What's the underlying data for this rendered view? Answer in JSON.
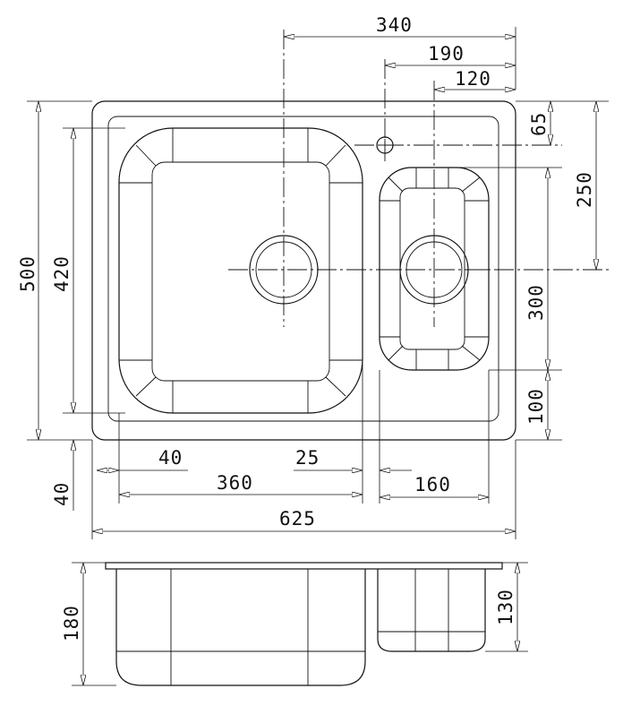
{
  "dimensions": {
    "top": {
      "d340": "340",
      "d190": "190",
      "d120": "120"
    },
    "right": {
      "d65": "65",
      "d250": "250",
      "d300": "300",
      "d100": "100"
    },
    "left": {
      "d500": "500",
      "d420": "420",
      "d40": "40"
    },
    "bottom": {
      "d40": "40",
      "d25": "25",
      "d360": "360",
      "d160": "160",
      "d625": "625"
    },
    "side_view": {
      "d180": "180",
      "d130": "130"
    }
  },
  "colors": {
    "line": "#111111",
    "background": "#ffffff"
  }
}
